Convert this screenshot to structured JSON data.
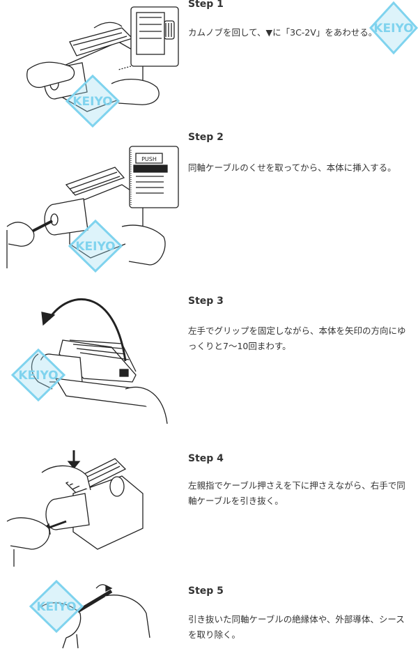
{
  "watermark": {
    "text": "KEIYO",
    "color": "#7fd3ee"
  },
  "steps": [
    {
      "title": "Step 1",
      "text": "カムノブを回して、▼に「3C-2V」をあわせる。"
    },
    {
      "title": "Step 2",
      "text": "同軸ケーブルのくせを取ってから、本体に挿入する。"
    },
    {
      "title": "Step 3",
      "text": "左手でグリップを固定しながら、本体を矢印の方向にゆっくりと7～10回まわす。"
    },
    {
      "title": "Step 4",
      "text": "左親指でケーブル押さえを下に押さえながら、右手で同軸ケーブルを引き抜く。"
    },
    {
      "title": "Step 5",
      "text": "引き抜いた同軸ケーブルの絶縁体や、外部導体、シースを取り除く。"
    }
  ],
  "labels": {
    "push": "PUSH"
  }
}
